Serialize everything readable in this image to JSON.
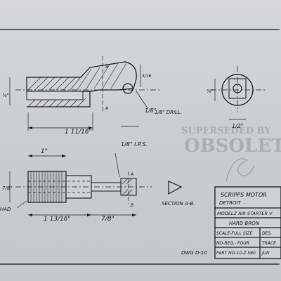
{
  "dims": {
    "d1": "1 11/16\"",
    "d2": "1\"",
    "d3": "1/8\"",
    "d4": "1 13/16\"",
    "d5": "7/8\"",
    "d6": "7/8\"",
    "d7": "1/2\""
  },
  "notes": {
    "drill": "1/8\" DRILL.",
    "ips": "1/8\" I.P.S.",
    "section": "SECTION A-B.",
    "had": "HAD"
  },
  "title_block": {
    "company": "SCRIPPS MOTOR",
    "city": "DETROIT",
    "part_name": "MODELZ AIR STARTER V",
    "material": "HARD BRON",
    "scale": "SCALE-FULL SIZE",
    "scale_suffix": "DES.",
    "num_req": "NO-REQ.- FOUR",
    "num_req_suffix": "TRACE",
    "part_no": "PART NO-10-Z-590",
    "part_no_suffix": "JUN"
  },
  "dwg_no": "DWG D-10",
  "stamp": {
    "line1": "SUPERSEDED BY",
    "line2": "OBSOLETE"
  },
  "colors": {
    "paper": "#cdd2d6",
    "ink": "#161616",
    "stamp": "#8e949a"
  }
}
